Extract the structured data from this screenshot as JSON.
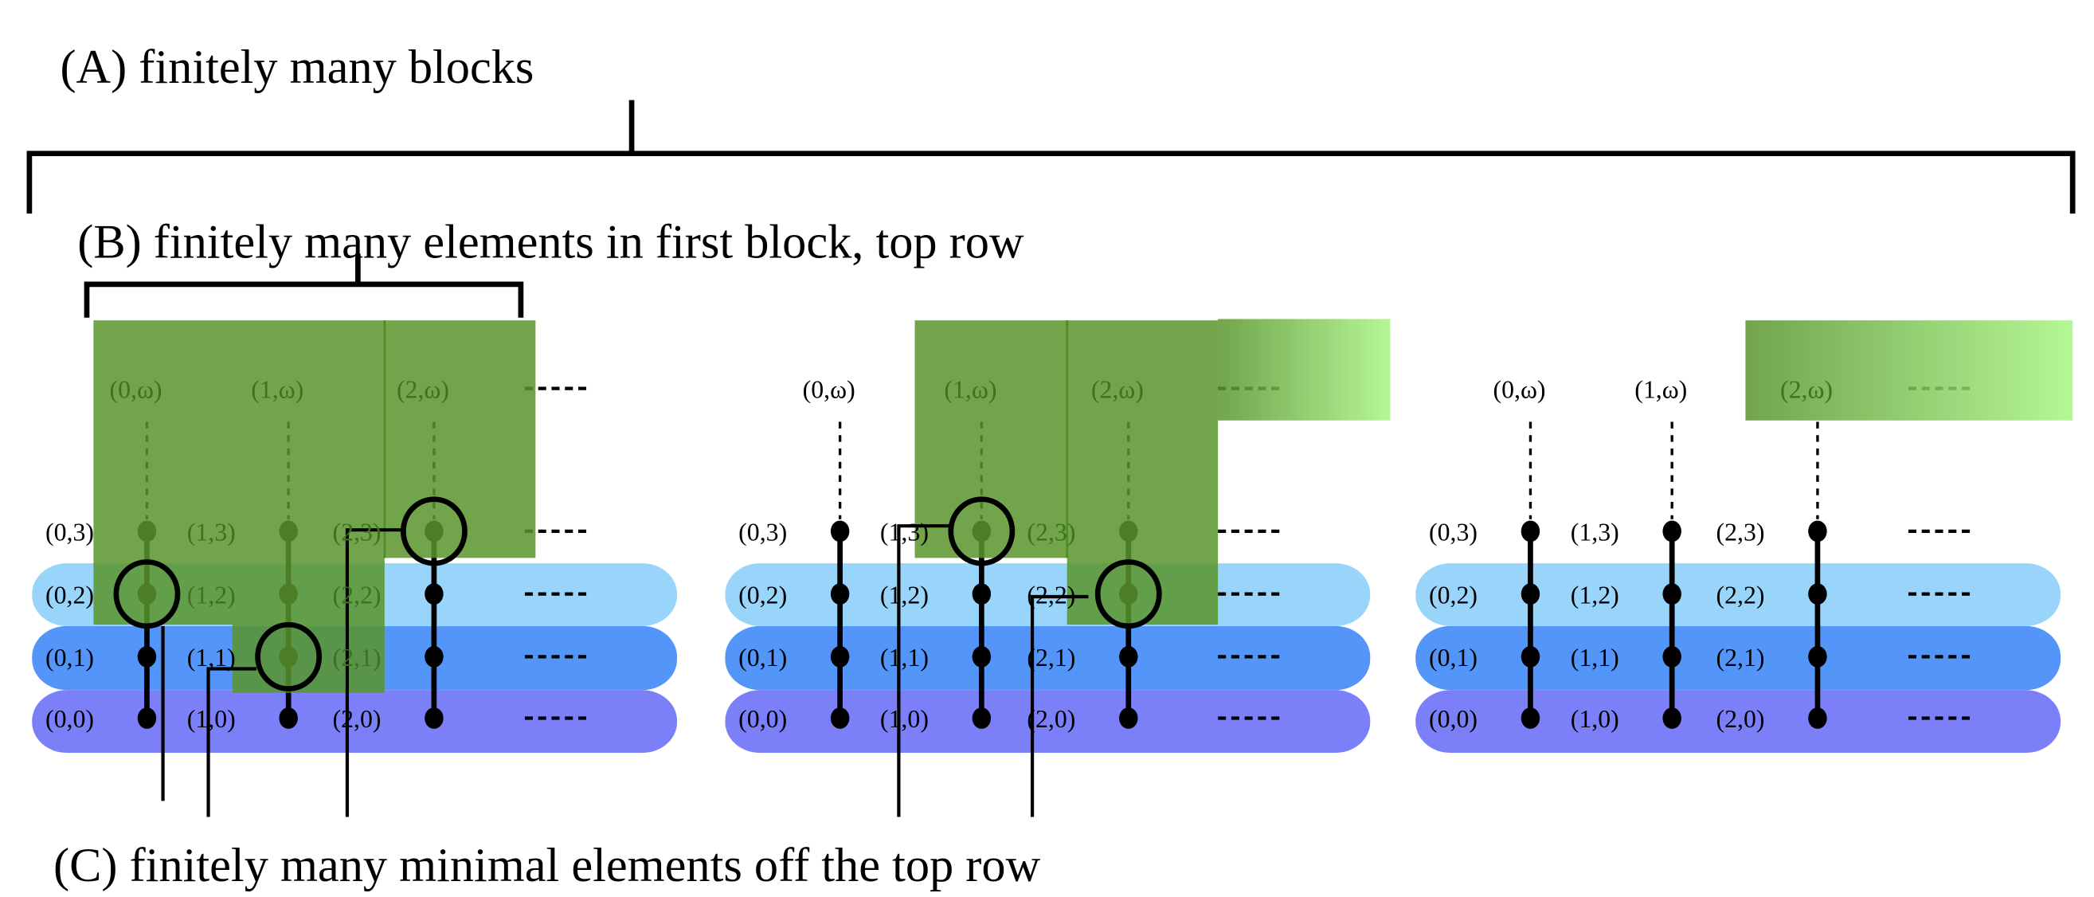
{
  "captions": {
    "a": "(A) finitely many blocks",
    "b": "(B) finitely many elements in first block, top row",
    "c": "(C) finitely many minimal elements off the top row"
  },
  "colors": {
    "row2_band": "#99d5fb",
    "row1_band": "#5395f8",
    "row0_band": "#7b80f8",
    "highlight_green": "#59952c",
    "fade_green": "#b4f590",
    "ink": "#000000"
  },
  "panels": [
    {
      "labels": [
        [
          "(0,0)",
          "(0,1)",
          "(0,2)",
          "(0,3)",
          "(0,ω)"
        ],
        [
          "(1,0)",
          "(1,1)",
          "(1,2)",
          "(1,3)",
          "(1,ω)"
        ],
        [
          "(2,0)",
          "(2,1)",
          "(2,2)",
          "(2,3)",
          "(2,ω)"
        ]
      ],
      "highlighted": [
        "(0,2)",
        "(0,3)",
        "(0,ω)",
        "(1,1)",
        "(1,2)",
        "(1,3)",
        "(1,ω)",
        "(2,3)",
        "(2,ω)"
      ],
      "circled": [
        "(0,2)",
        "(1,1)",
        "(2,3)"
      ]
    },
    {
      "labels": [
        [
          "(0,0)",
          "(0,1)",
          "(0,2)",
          "(0,3)",
          "(0,ω)"
        ],
        [
          "(1,0)",
          "(1,1)",
          "(1,2)",
          "(1,3)",
          "(1,ω)"
        ],
        [
          "(2,0)",
          "(2,1)",
          "(2,2)",
          "(2,3)",
          "(2,ω)"
        ]
      ],
      "highlighted": [
        "(1,3)",
        "(1,ω)",
        "(2,2)",
        "(2,3)",
        "(2,ω)"
      ],
      "circled": [
        "(1,3)",
        "(2,2)"
      ]
    },
    {
      "labels": [
        [
          "(0,0)",
          "(0,1)",
          "(0,2)",
          "(0,3)",
          "(0,ω)"
        ],
        [
          "(1,0)",
          "(1,1)",
          "(1,2)",
          "(1,3)",
          "(1,ω)"
        ],
        [
          "(2,0)",
          "(2,1)",
          "(2,2)",
          "(2,3)",
          "(2,ω)"
        ]
      ],
      "highlighted": [
        "(2,ω)"
      ],
      "circled": []
    }
  ]
}
